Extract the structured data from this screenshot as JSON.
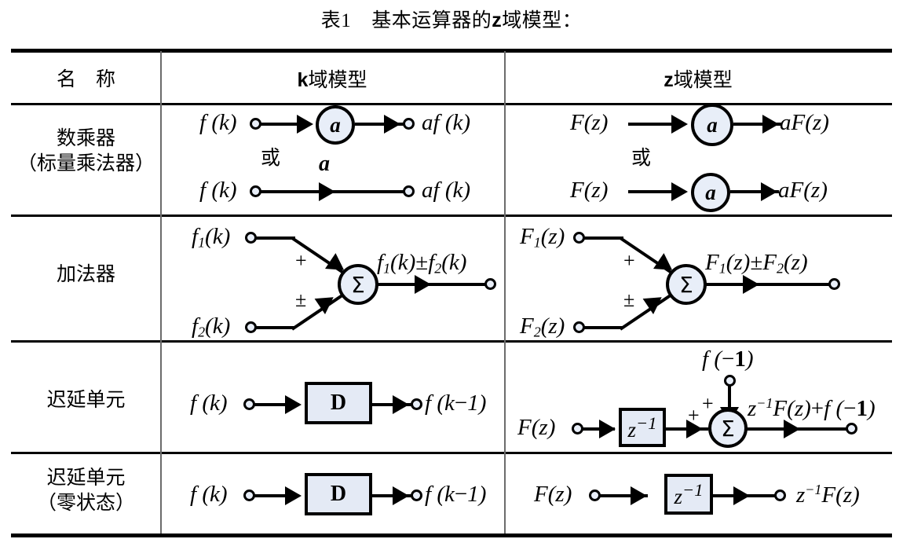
{
  "caption": {
    "number": "表1",
    "text_before_z": "基本运算器的",
    "z": "z",
    "text_after_z": "域模型："
  },
  "table": {
    "headers": {
      "name": "名　称",
      "k_domain": "k域模型",
      "z_domain": "z域模型"
    },
    "rows": [
      {
        "name_line1": "数乘器",
        "name_line2": "（标量乘法器）",
        "k_model": {
          "variant1": {
            "input": "f (k)",
            "gain": "a",
            "output": "af (k)"
          },
          "or_label": "或",
          "variant2": {
            "input": "f (k)",
            "gain_above_arrow": "a",
            "output": "af (k)"
          }
        },
        "z_model": {
          "variant1": {
            "input": "F(z)",
            "gain": "a",
            "output": "aF(z)"
          },
          "or_label": "或",
          "variant2": {
            "input": "F(z)",
            "gain": "a",
            "output": "aF(z)"
          }
        }
      },
      {
        "name_line1": "加法器",
        "name_line2": "",
        "k_model": {
          "input_top": "f₁(k)",
          "input_bottom": "f₂(k)",
          "sign_top": "+",
          "sign_bottom": "±",
          "operator": "Σ",
          "output": "f₁(k)±f₂(k)"
        },
        "z_model": {
          "input_top": "F₁(z)",
          "input_bottom": "F₂(z)",
          "sign_top": "+",
          "sign_bottom": "±",
          "operator": "Σ",
          "output": "F₁(z)±F₂(z)"
        }
      },
      {
        "name_line1": "迟延单元",
        "name_line2": "",
        "k_model": {
          "input": "f (k)",
          "block": "D",
          "output": "f (k−1)"
        },
        "z_model": {
          "input": "F(z)",
          "block": "z⁻¹",
          "initial_input": "f (−1)",
          "sign_left": "+",
          "sign_top": "+",
          "operator": "Σ",
          "output": "z⁻¹F(z)+f (−1)"
        }
      },
      {
        "name_line1": "迟延单元",
        "name_line2": "（零状态）",
        "k_model": {
          "input": "f (k)",
          "block": "D",
          "output": "f (k−1)"
        },
        "z_model": {
          "input": "F(z)",
          "block": "z⁻¹",
          "output": "z⁻¹F(z)"
        }
      }
    ]
  },
  "colors": {
    "block_fill": "#e4eaf5",
    "circle_fill": "#e8eef8",
    "line": "#000000",
    "divider": "#6b6b6b"
  }
}
